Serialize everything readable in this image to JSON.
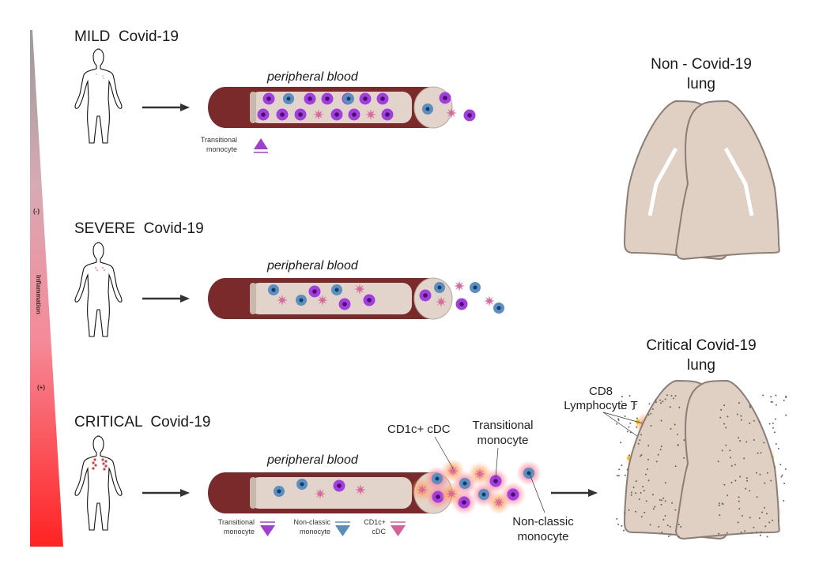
{
  "figure": {
    "inflammation_bar": {
      "label": "Inflammation",
      "low_label": "(-)",
      "high_label": "(+)",
      "colors": {
        "top": "#9a9a9a",
        "mid": "#f0a0ae",
        "bottom": "#ff2a2a"
      }
    },
    "stages": [
      {
        "title": "MILD  Covid-19",
        "tube_label": "peripheral blood"
      },
      {
        "title": "SEVERE  Covid-19",
        "tube_label": "peripheral blood"
      },
      {
        "title": "CRITICAL  Covid-19",
        "tube_label": "peripheral blood"
      }
    ],
    "mild_legend": {
      "label_line1": "Transitional",
      "label_line2": "monocyte",
      "symbol": "up-triangle"
    },
    "critical_legend": [
      {
        "label_line1": "Transitional",
        "label_line2": "monocyte",
        "symbol": "down-triangle",
        "color": "#a040d0"
      },
      {
        "label_line1": "Non-classic",
        "label_line2": "monocyte",
        "symbol": "down-triangle",
        "color": "#5b8fb8"
      },
      {
        "label_line1": "CD1c+",
        "label_line2": "cDC",
        "symbol": "down-triangle",
        "color": "#d6609a"
      }
    ],
    "critical_callouts": {
      "cd1c": "CD1c+ cDC",
      "transitional_line1": "Transitional",
      "transitional_line2": "monocyte",
      "nonclassic_line1": "Non-classic",
      "nonclassic_line2": "monocyte"
    },
    "lungs": {
      "normal": {
        "title_line1": "Non - Covid-19",
        "title_line2": "lung"
      },
      "critical": {
        "title_line1": "Critical Covid-19",
        "title_line2": "lung",
        "callout_line1": "CD8",
        "callout_line2": "Lymphocyte T"
      }
    },
    "colors": {
      "vessel": "#7a2a2a",
      "vessel_inner": "#e2d4cb",
      "lung": "#e0cfc3",
      "transitional_monocyte": "#a23ee0",
      "nonclassic_monocyte": "#5b8fc0",
      "cdc": "#d66a9c",
      "cd8": "#f2c21a"
    }
  }
}
